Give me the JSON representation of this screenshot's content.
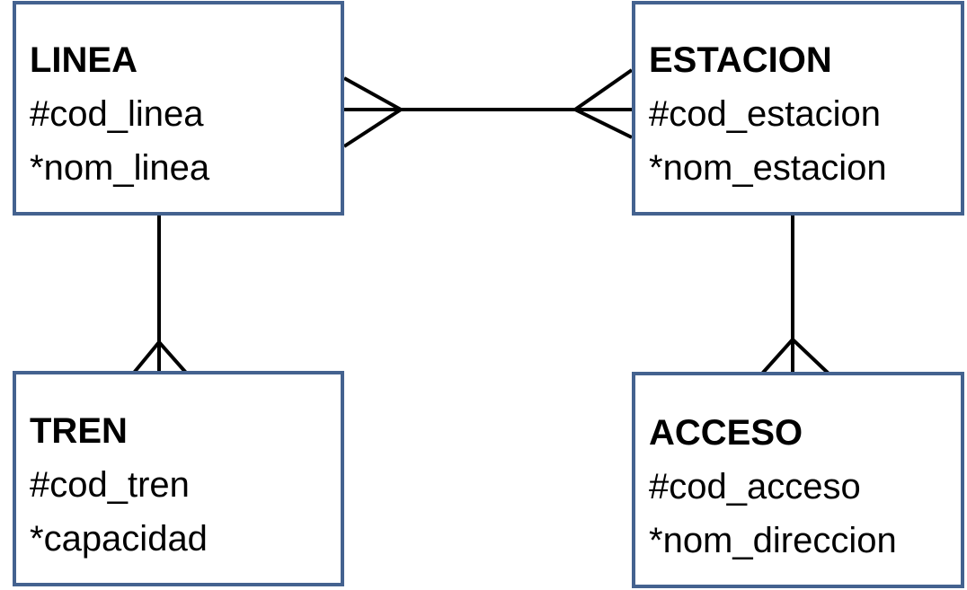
{
  "entities": {
    "linea": {
      "name": "LINEA",
      "attributes": [
        "#cod_linea",
        "*nom_linea"
      ]
    },
    "estacion": {
      "name": "ESTACION",
      "attributes": [
        "#cod_estacion",
        "*nom_estacion"
      ]
    },
    "tren": {
      "name": "TREN",
      "attributes": [
        "#cod_tren",
        "*capacidad"
      ]
    },
    "acceso": {
      "name": "ACCESO",
      "attributes": [
        "#cod_acceso",
        "*nom_direccion"
      ]
    }
  },
  "relationships": [
    {
      "from": "LINEA",
      "to": "ESTACION",
      "from_cardinality": "many",
      "to_cardinality": "many"
    },
    {
      "from": "LINEA",
      "to": "TREN",
      "from_cardinality": "one",
      "to_cardinality": "many"
    },
    {
      "from": "ESTACION",
      "to": "ACCESO",
      "from_cardinality": "one",
      "to_cardinality": "many"
    }
  ],
  "colors": {
    "entity_border": "#44628f",
    "connector": "#000000",
    "background": "#ffffff"
  }
}
